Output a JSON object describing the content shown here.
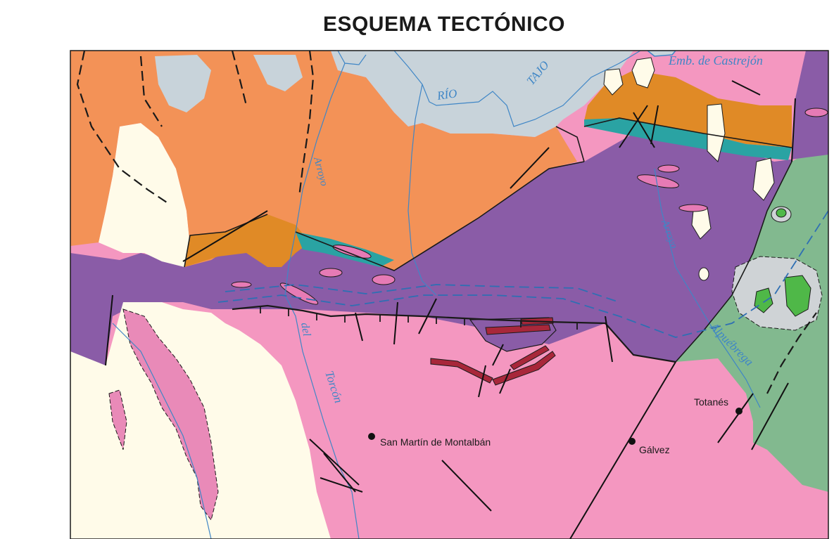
{
  "title": "ESQUEMA TECTÓNICO",
  "colors": {
    "cenozoic_sediments": "#f39257",
    "orange_dark": "#e08a26",
    "teal": "#2aa3a3",
    "purple": "#8a5ca7",
    "pink_granite": "#f497c0",
    "pink_dike": "#e67bb5",
    "cream": "#fffbe9",
    "gray_alluvium": "#c8d3da",
    "green": "#82b98f",
    "bright_green": "#4fb848",
    "light_gray": "#cfd3d6",
    "dark_red": "#a8273a",
    "water": "#3f86c6"
  },
  "map_labels": {
    "reservoir": "Emb. de Castrejón",
    "river_rio": "RÍO",
    "river_tajo": "TAJO",
    "arroyo_1": "Arroyo",
    "del": "del",
    "torcon": "Torcón",
    "arroyo_2": "Arroyo",
    "alpuebrega": "Alpuébrega"
  },
  "towns": [
    {
      "name": "San Martín de Montalbán"
    },
    {
      "name": "Gálvez"
    },
    {
      "name": "Totanés"
    }
  ]
}
